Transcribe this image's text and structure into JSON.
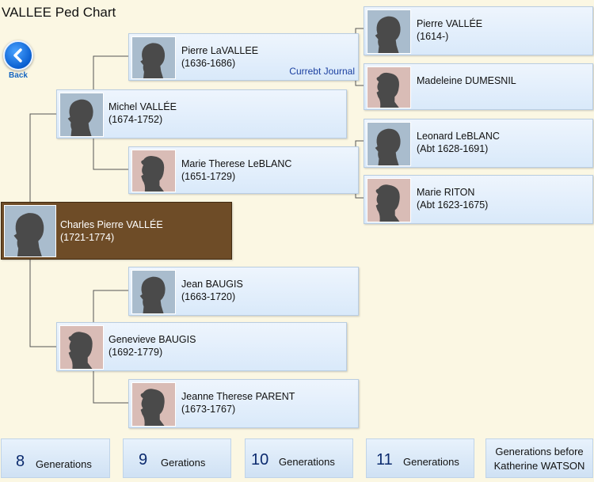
{
  "title": "VALLEE Ped Chart",
  "back": {
    "label": "Back",
    "icon": "back-arrow-icon"
  },
  "root": {
    "name": "Charles Pierre VALLÉE",
    "dates": "(1721-1774)",
    "gender": "m"
  },
  "father": {
    "name": "Michel VALLÉE",
    "dates": "(1674-1752)",
    "gender": "m"
  },
  "mother": {
    "name": "Genevieve BAUGIS",
    "dates": "(1692-1779)",
    "gender": "f"
  },
  "pgf": {
    "name": "Pierre LaVALLEE",
    "dates": "(1636-1686)",
    "gender": "m",
    "link": "Currebt Journal"
  },
  "pgm": {
    "name": "Marie Therese LeBLANC",
    "dates": "(1651-1729)",
    "gender": "f"
  },
  "mgf": {
    "name": "Jean BAUGIS",
    "dates": "(1663-1720)",
    "gender": "m"
  },
  "mgm": {
    "name": "Jeanne Therese PARENT",
    "dates": "(1673-1767)",
    "gender": "f"
  },
  "ggf1": {
    "name": "Pierre VALLÉE",
    "dates": "(1614-)",
    "gender": "m"
  },
  "ggm1": {
    "name": "Madeleine DUMESNIL",
    "dates": "",
    "gender": "f"
  },
  "ggf2": {
    "name": "Leonard LeBLANC",
    "dates": "(Abt 1628-1691)",
    "gender": "m"
  },
  "ggm2": {
    "name": "Marie RITON",
    "dates": "(Abt 1623-1675)",
    "gender": "f"
  },
  "gen_buttons": [
    {
      "num": "8",
      "label": "Generations"
    },
    {
      "num": "9",
      "label": "Gerations"
    },
    {
      "num": "10",
      "label": "Generations"
    },
    {
      "num": "11",
      "label": "Generations"
    }
  ],
  "gen_before": {
    "line1": "Generations before",
    "line2": "Katherine WATSON"
  },
  "colors": {
    "background": "#fbf7e3",
    "root_card": "#6e4c27",
    "male_photo": "#a9bccd",
    "female_photo": "#d9bcb6",
    "link": "#1a3fa0"
  }
}
